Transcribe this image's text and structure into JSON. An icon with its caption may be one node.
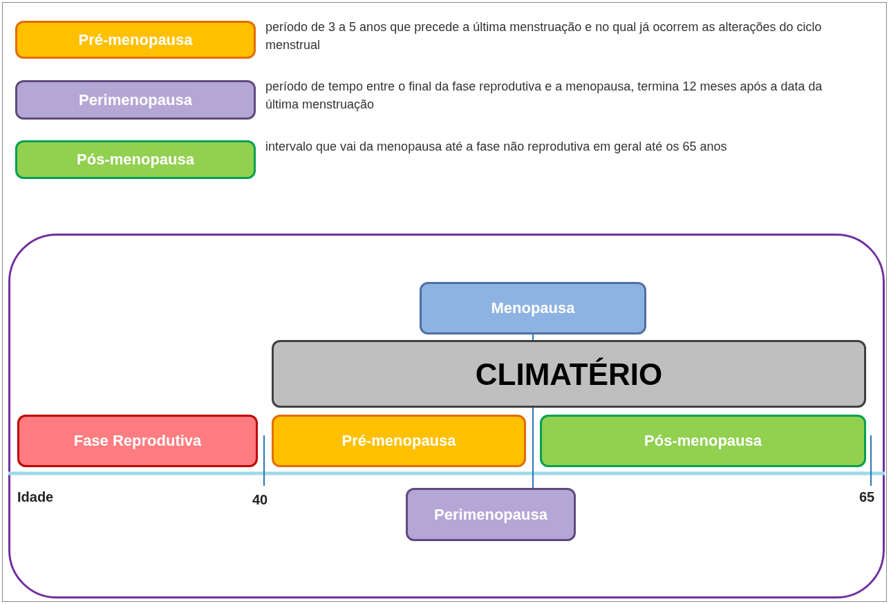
{
  "diagram": {
    "nodes": [
      {
        "text": [
          "Pré-menopausa"
        ],
        "beside": [
          "período de 3 a 5 anos que precede a última menstruação e no qual já ocorrem as alterações do ciclo menstrual"
        ]
      },
      {
        "text": [
          "Perimenopausa"
        ],
        "beside": [
          "período de tempo entre o final da fase reprodutiva e a menopausa, termina 12 meses após a data da última menstruação"
        ]
      },
      {
        "text": [
          "Pós-menopausa"
        ],
        "beside": [
          "intervalo que vai da menopausa até a fase não reprodutiva em geral até os 65 anos"
        ]
      },
      {
        "text": [],
        "shape": "box"
      },
      {
        "text": [
          "Menopausa"
        ],
        "in": 3
      },
      {
        "text": [
          "CLIMATÉRIO"
        ],
        "in": 3
      },
      {
        "text": [
          "Fase Reprodutiva"
        ],
        "in": 3
      },
      {
        "text": [
          "Pré-menopausa"
        ],
        "in": 3
      },
      {
        "text": [
          "Pós-menopausa"
        ],
        "in": 3
      },
      {
        "text": [
          "Perimenopausa"
        ],
        "in": 3
      }
    ],
    "edges": [
      {
        "from": 4,
        "to": 5,
        "arrow": "none"
      },
      {
        "from": 5,
        "to": 9,
        "arrow": "none"
      }
    ],
    "labels": [
      "Idade",
      "40",
      "65"
    ]
  }
}
